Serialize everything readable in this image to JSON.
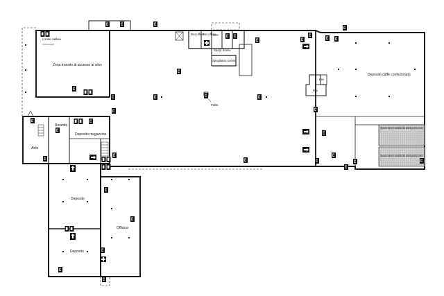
{
  "labels": {
    "locale_caldaia": "Locale caldaia",
    "zona_transito": "Zona transito di accesso ai silos",
    "box_ufficio_1": "Box ufficio",
    "box_ufficio_2": "Box ufficio",
    "wc": "WC",
    "spogliatoio_donne": "Spogl. donne",
    "spogliatoio_uomini": "Spogliatoio uomini",
    "pallet": "Pallet",
    "box_1": "Box",
    "box_2": "Box",
    "deposito_caffe": "Deposito caffè confezionato",
    "ricambi": "Ricambi",
    "deposito_magazzino": "Deposito magazzino",
    "atrio": "Atrio",
    "deposito_alimenti_1": "Deposito alimenti sussidiari alle attività prodotti di terzi",
    "deposito_alimenti_2": "Deposito alimenti sussidiari alle attività prodotti di terzi",
    "deposito_a": "Deposito",
    "officina": "Officina",
    "deposito_b": "Deposito"
  },
  "colors": {
    "wall": "#1a1a1a",
    "sign": "#111111",
    "hatch": "#bdbdbd",
    "background": "#ffffff"
  }
}
